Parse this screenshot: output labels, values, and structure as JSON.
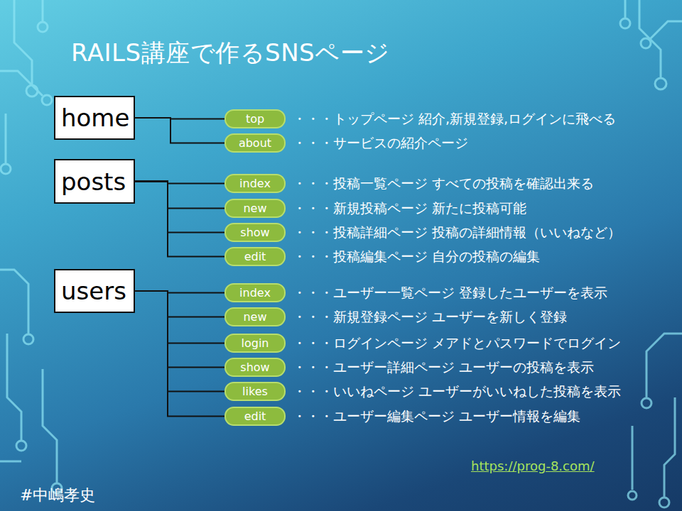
{
  "diagram": {
    "title": "RAILS講座で作るSNSページ",
    "nodes": [
      {
        "text": [
          "home"
        ]
      },
      {
        "text": [
          "top"
        ]
      },
      {
        "text": [
          "about"
        ]
      },
      {
        "text": [
          "posts"
        ]
      },
      {
        "text": [
          "index"
        ]
      },
      {
        "text": [
          "new"
        ]
      },
      {
        "text": [
          "show"
        ]
      },
      {
        "text": [
          "edit"
        ]
      },
      {
        "text": [
          "users"
        ]
      },
      {
        "text": [
          "index"
        ]
      },
      {
        "text": [
          "new"
        ]
      },
      {
        "text": [
          "login"
        ]
      },
      {
        "text": [
          "show"
        ]
      },
      {
        "text": [
          "likes"
        ]
      },
      {
        "text": [
          "edit"
        ]
      }
    ],
    "edges": [
      {
        "from": 0,
        "to": 1,
        "arrow": "none"
      },
      {
        "from": 0,
        "to": 2,
        "arrow": "none"
      },
      {
        "from": 3,
        "to": 4,
        "arrow": "none"
      },
      {
        "from": 3,
        "to": 5,
        "arrow": "none"
      },
      {
        "from": 3,
        "to": 6,
        "arrow": "none"
      },
      {
        "from": 3,
        "to": 7,
        "arrow": "none"
      },
      {
        "from": 8,
        "to": 9,
        "arrow": "none"
      },
      {
        "from": 8,
        "to": 10,
        "arrow": "none"
      },
      {
        "from": 8,
        "to": 11,
        "arrow": "none"
      },
      {
        "from": 8,
        "to": 12,
        "arrow": "none"
      },
      {
        "from": 8,
        "to": 13,
        "arrow": "none"
      },
      {
        "from": 8,
        "to": 14,
        "arrow": "none"
      }
    ],
    "labels": [
      "・・・トップページ 紹介,新規登録,ログインに飛べる",
      "・・・サービスの紹介ページ",
      "・・・投稿一覧ページ すべての投稿を確認出来る",
      "・・・新規投稿ページ 新たに投稿可能",
      "・・・投稿詳細ページ 投稿の詳細情報（いいねなど）",
      "・・・投稿編集ページ 自分の投稿の編集",
      "・・・ユーザー一覧ページ 登録したユーザーを表示",
      "・・・新規登録ページ ユーザーを新しく登録",
      "・・・ログインページ メアドとパスワードでログイン",
      "・・・ユーザー詳細ページ ユーザーの投稿を表示",
      "・・・いいねページ ユーザーがいいねした投稿を表示",
      "・・・ユーザー編集ページ ユーザー情報を編集",
      "https://prog-8.com/",
      "#中嶋孝史"
    ]
  }
}
